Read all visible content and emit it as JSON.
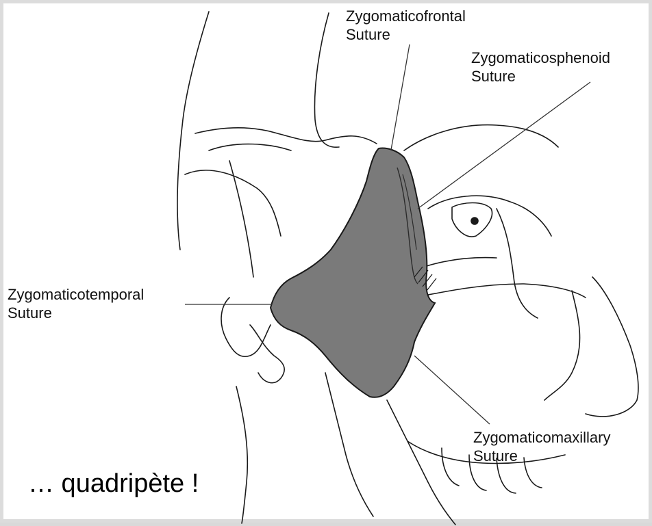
{
  "labels": {
    "zygomaticofrontal": {
      "line1": "Zygomaticofrontal",
      "line2": "Suture"
    },
    "zygomaticosphenoid": {
      "line1": "Zygomaticosphenoid",
      "line2": "Suture"
    },
    "zygomaticotemporal": {
      "line1": "Zygomaticotemporal",
      "line2": "Suture"
    },
    "zygomaticomaxillary": {
      "line1": "Zygomaticomaxillary",
      "line2": "Suture"
    }
  },
  "caption": "… quadripète !",
  "colors": {
    "zygoma_fill": "#7a7a7a",
    "line": "#1a1a1a",
    "background": "#ffffff"
  }
}
